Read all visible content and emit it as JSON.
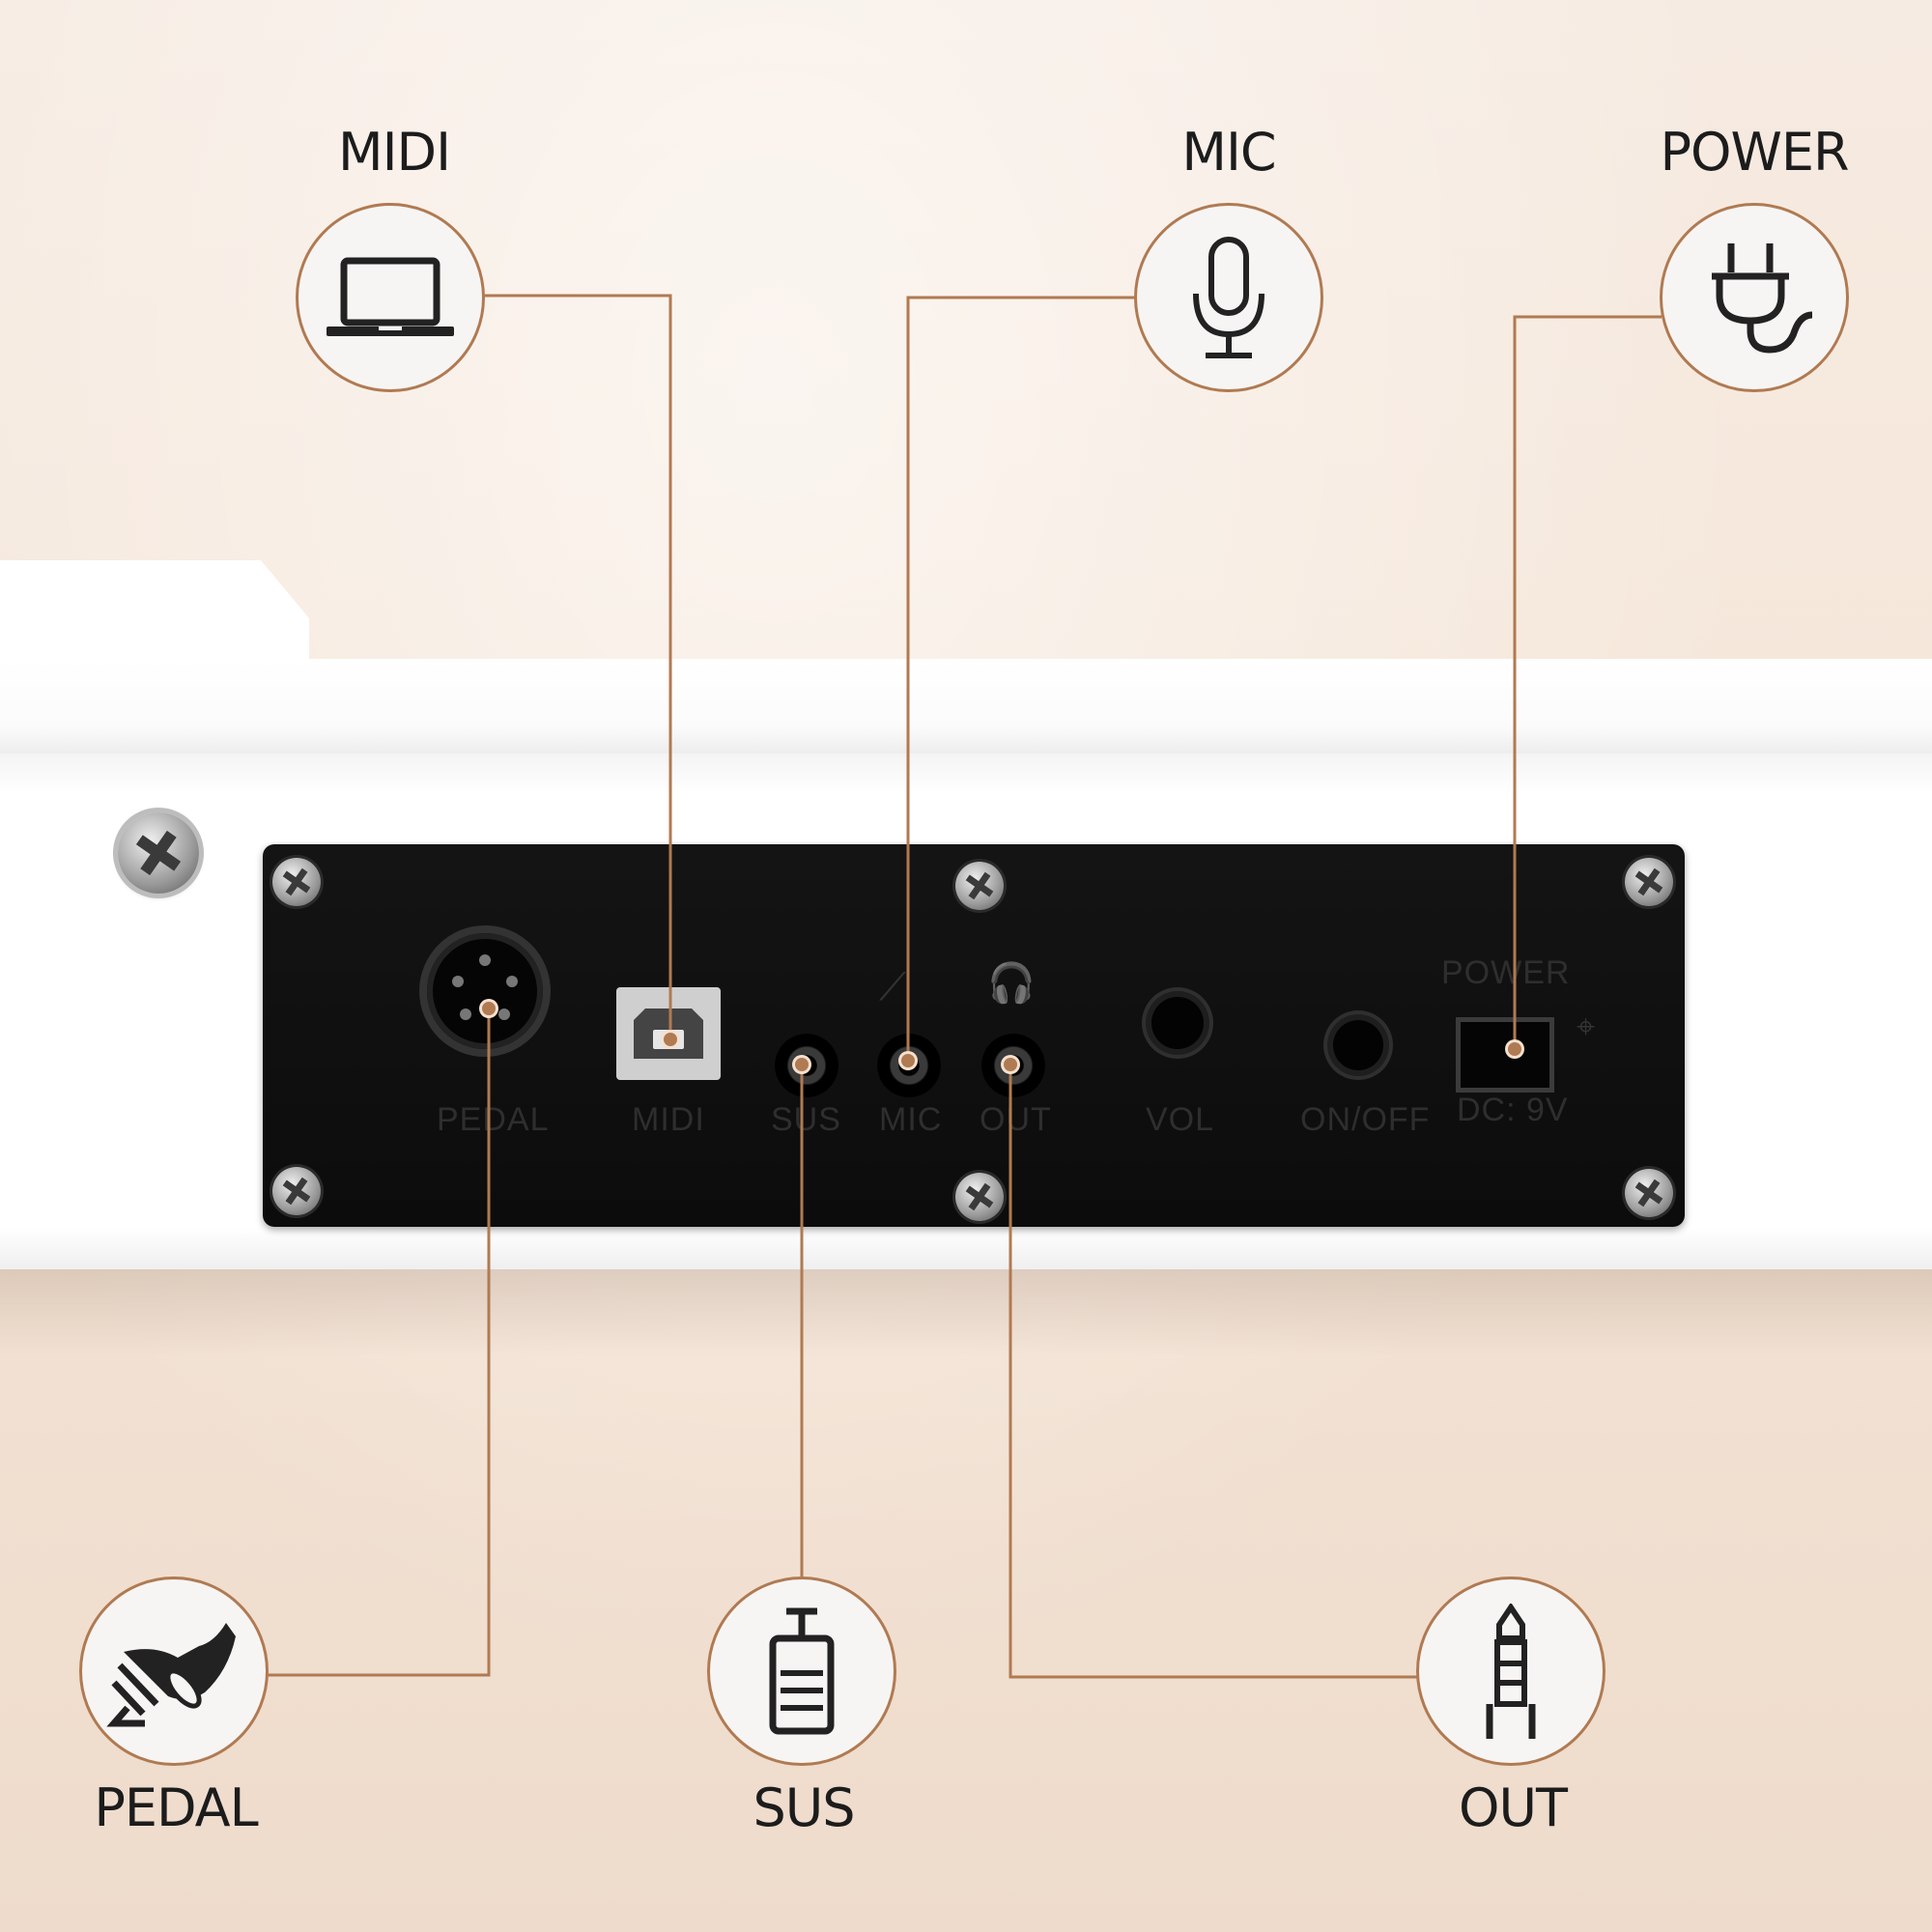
{
  "callouts": {
    "midi": "MIDI",
    "mic": "MIC",
    "power": "POWER",
    "pedal": "PEDAL",
    "sus": "SUS",
    "out": "OUT"
  },
  "panel_labels": {
    "pedal": "PEDAL",
    "midi": "MIDI",
    "sus": "SUS",
    "mic": "MIC",
    "out": "OUT",
    "vol": "VOL",
    "on_off": "ON/OFF",
    "power": "POWER",
    "dc": "DC: 9V"
  },
  "icons": {
    "midi": "laptop-icon",
    "mic": "microphone-icon",
    "power": "plug-icon",
    "pedal": "foot-pedal-icon",
    "sus": "sustain-pedal-icon",
    "out": "audio-jack-icon"
  },
  "colors": {
    "accent": "#b07a52",
    "panel": "#111111",
    "text": "#1c1c1c"
  }
}
